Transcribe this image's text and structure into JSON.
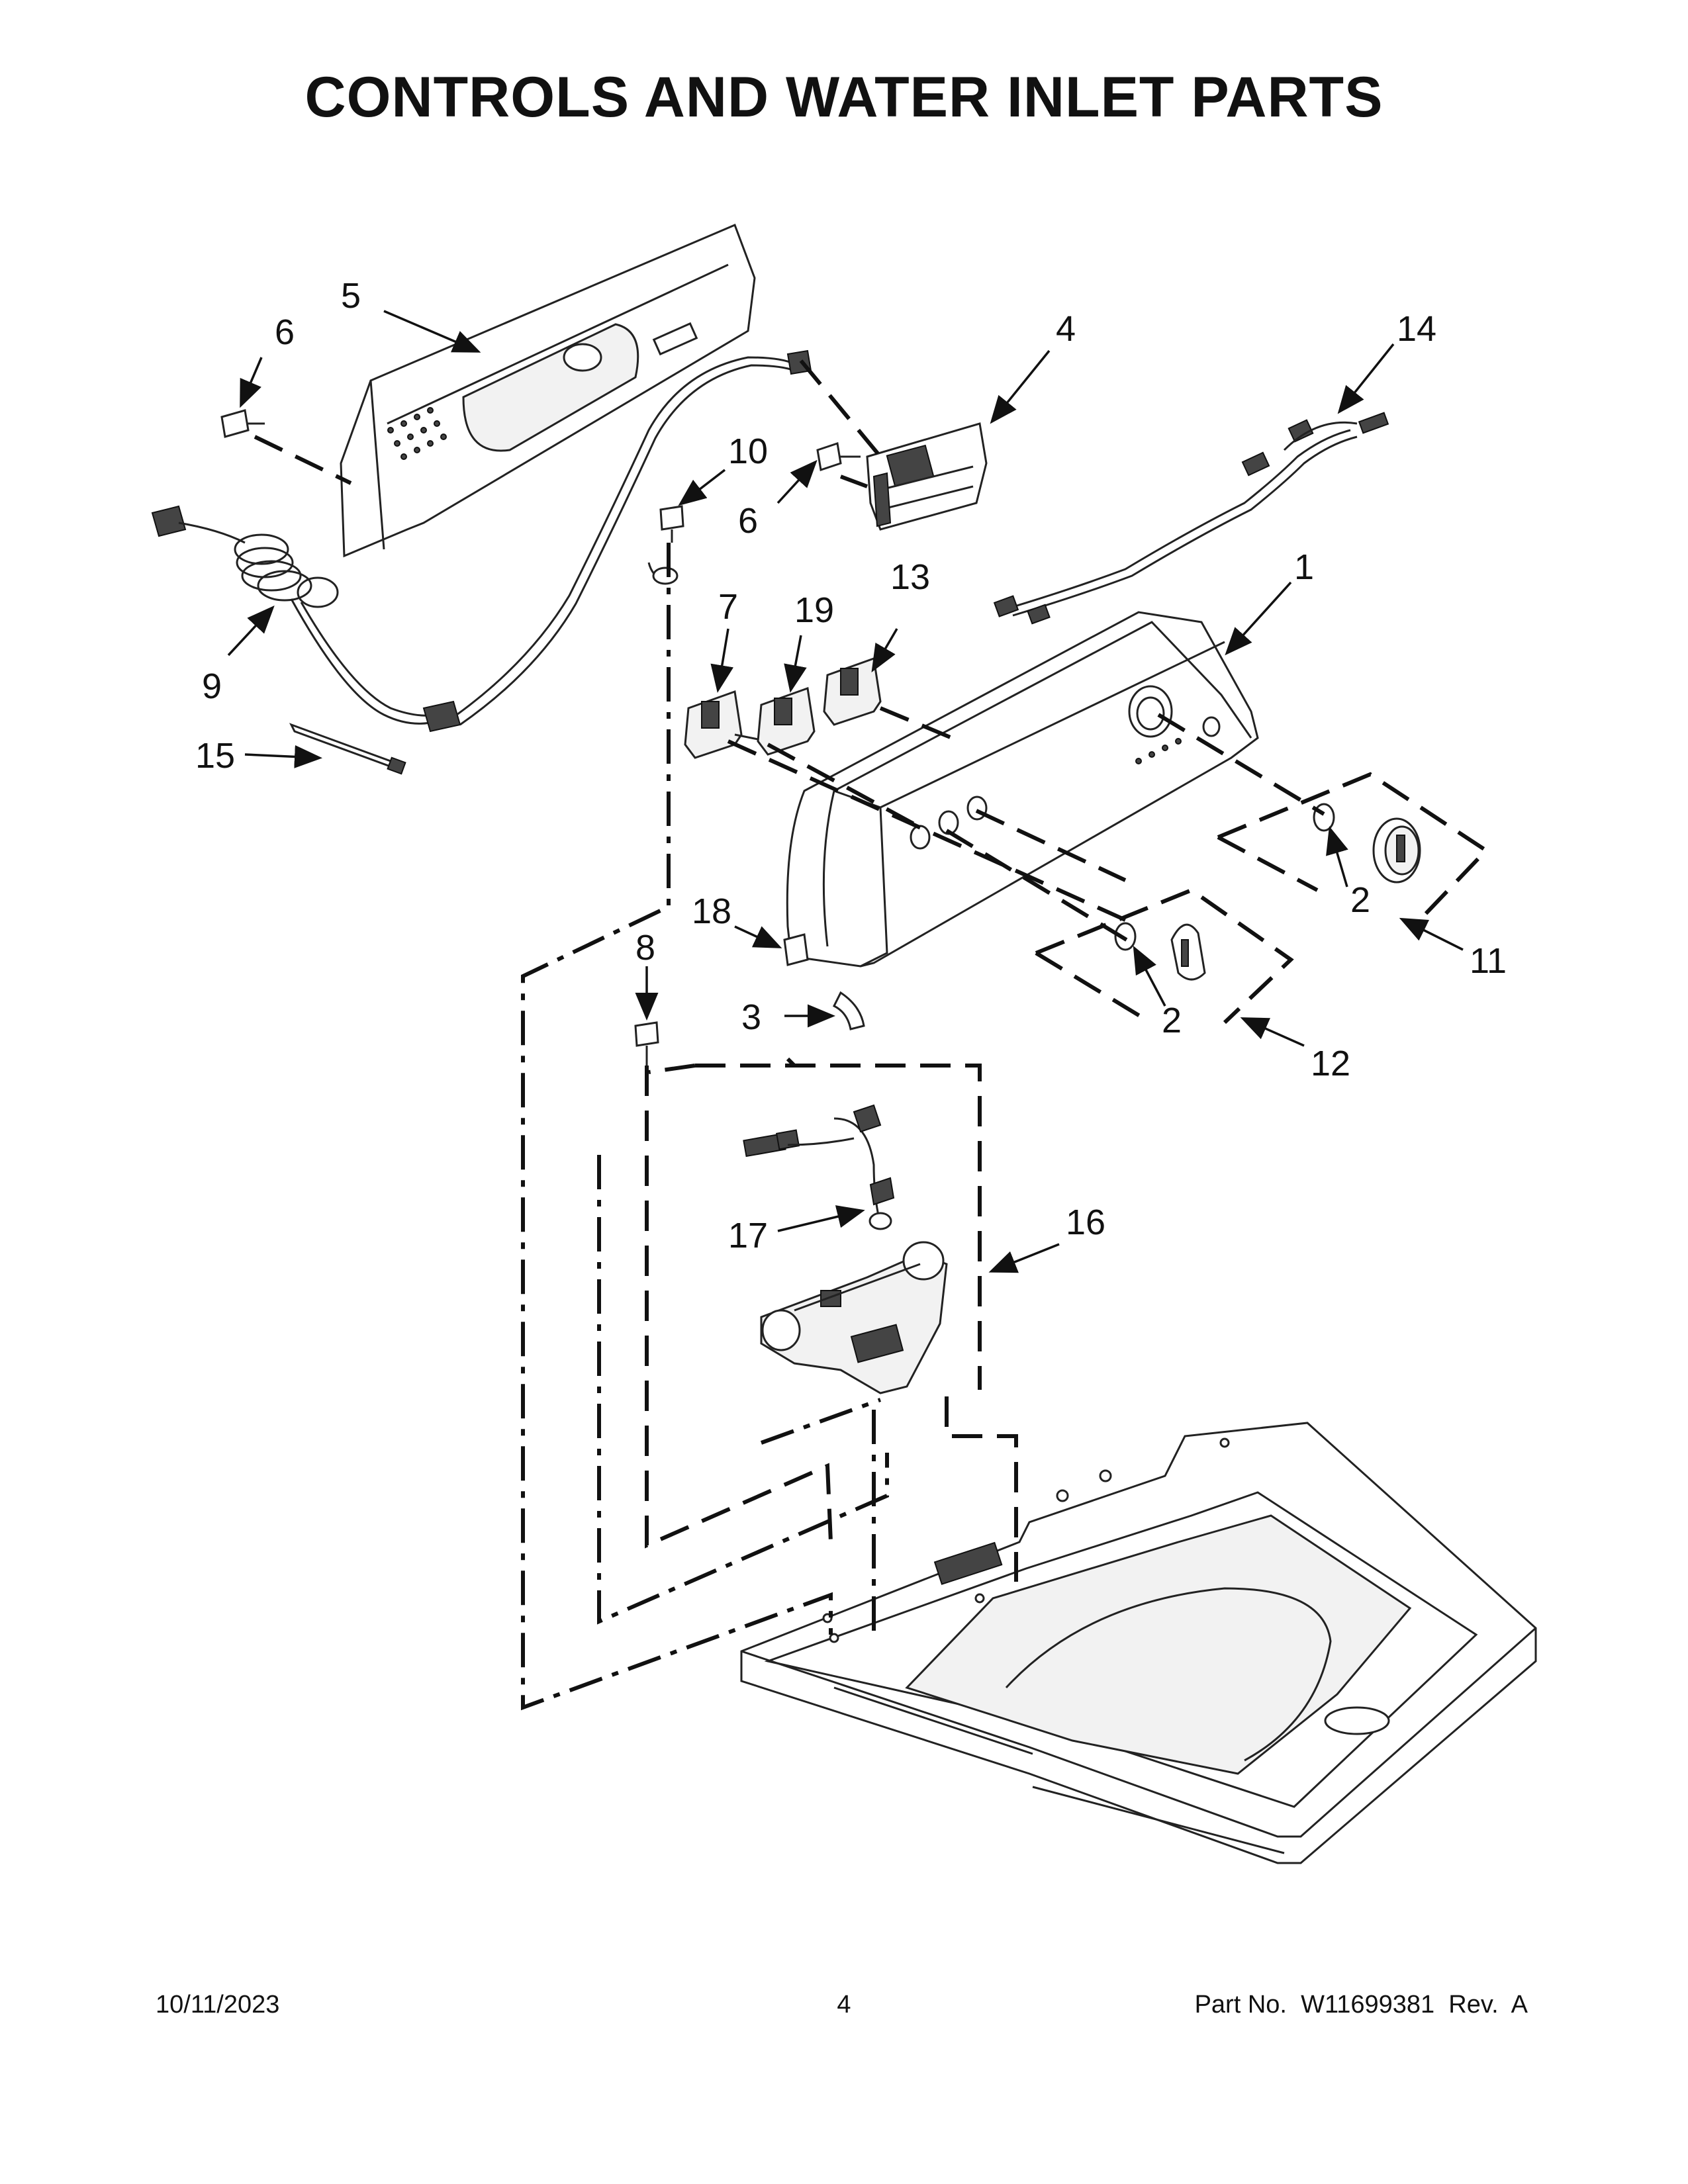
{
  "title": "CONTROLS AND WATER INLET PARTS",
  "callouts": [
    {
      "id": "c1",
      "label": "1"
    },
    {
      "id": "c2a",
      "label": "2"
    },
    {
      "id": "c2b",
      "label": "2"
    },
    {
      "id": "c3",
      "label": "3"
    },
    {
      "id": "c4",
      "label": "4"
    },
    {
      "id": "c5",
      "label": "5"
    },
    {
      "id": "c6a",
      "label": "6"
    },
    {
      "id": "c6b",
      "label": "6"
    },
    {
      "id": "c7",
      "label": "7"
    },
    {
      "id": "c8",
      "label": "8"
    },
    {
      "id": "c9",
      "label": "9"
    },
    {
      "id": "c10",
      "label": "10"
    },
    {
      "id": "c11",
      "label": "11"
    },
    {
      "id": "c12",
      "label": "12"
    },
    {
      "id": "c13",
      "label": "13"
    },
    {
      "id": "c14",
      "label": "14"
    },
    {
      "id": "c15",
      "label": "15"
    },
    {
      "id": "c16",
      "label": "16"
    },
    {
      "id": "c17",
      "label": "17"
    },
    {
      "id": "c18",
      "label": "18"
    },
    {
      "id": "c19",
      "label": "19"
    }
  ],
  "footer": {
    "date": "10/11/2023",
    "page": "4",
    "part_number": "Part No.  W11699381  Rev.  A"
  }
}
